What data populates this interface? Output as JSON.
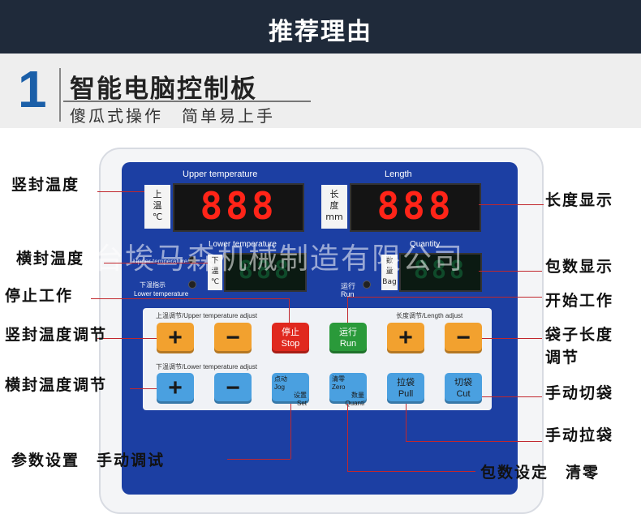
{
  "header": {
    "title": "推荐理由"
  },
  "section": {
    "number": "1",
    "title": "智能电脑控制板",
    "subtitle": "傻瓜式操作　简单易上手"
  },
  "panel": {
    "upper_temperature_label": "Upper temperature",
    "length_label": "Length",
    "upper_unit": [
      "上",
      "温",
      "℃"
    ],
    "length_unit": [
      "长",
      "度",
      "mm"
    ],
    "upper_display": "888",
    "length_display": "888",
    "lower_temperature_label": "Lower temperature",
    "quantity_label": "Quantity",
    "upper_indicator": "Upper temperature",
    "lower_indicator_cn": "下温指示",
    "lower_indicator_en": "Lower temperature",
    "lower_unit": [
      "下",
      "温",
      "℃"
    ],
    "quantity_unit": [
      "数",
      "量",
      "Bag"
    ],
    "lower_display": "888",
    "quantity_display": "888",
    "run_indicator_cn": "运行",
    "run_indicator_en": "Run",
    "upper_adjust_label": "上温调节/Upper temperature adjust",
    "length_adjust_label": "长度调节/Length adjust",
    "lower_adjust_label": "下温调节/Lower temperature adjust",
    "buttons": {
      "plus": "+",
      "minus": "−",
      "stop_cn": "停止",
      "stop_en": "Stop",
      "run_cn": "运行",
      "run_en": "Run",
      "jog_cn": "点动",
      "jog_en": "Jog",
      "set_cn": "设置",
      "set_en": "Set",
      "zero_cn": "清零",
      "zero_en": "Zero",
      "quantity_cn": "数量",
      "quantity_en": "Quanti",
      "pull_cn": "拉袋",
      "pull_en": "Pull",
      "cut_cn": "切袋",
      "cut_en": "Cut"
    }
  },
  "watermark": "邢台埃马森机械制造有限公司",
  "annotations": {
    "vertical_seal_temp": "竖封温度",
    "horizontal_seal_temp": "横封温度",
    "stop_work": "停止工作",
    "vertical_seal_adjust": "竖封温度调节",
    "horizontal_seal_adjust": "横封温度调节",
    "param_jog": "参数设置　手动调试",
    "length_display": "长度显示",
    "quantity_display": "包数显示",
    "start_work": "开始工作",
    "bag_length_adjust_1": "袋子长度",
    "bag_length_adjust_2": "调节",
    "manual_cut": "手动切袋",
    "manual_pull": "手动拉袋",
    "quantity_zero": "包数设定　清零"
  },
  "colors": {
    "header_bg": "#1f2a3a",
    "panel_blue": "#1c3fa3",
    "accent_blue": "#1b5fa8",
    "leader_line": "#c1272d"
  }
}
